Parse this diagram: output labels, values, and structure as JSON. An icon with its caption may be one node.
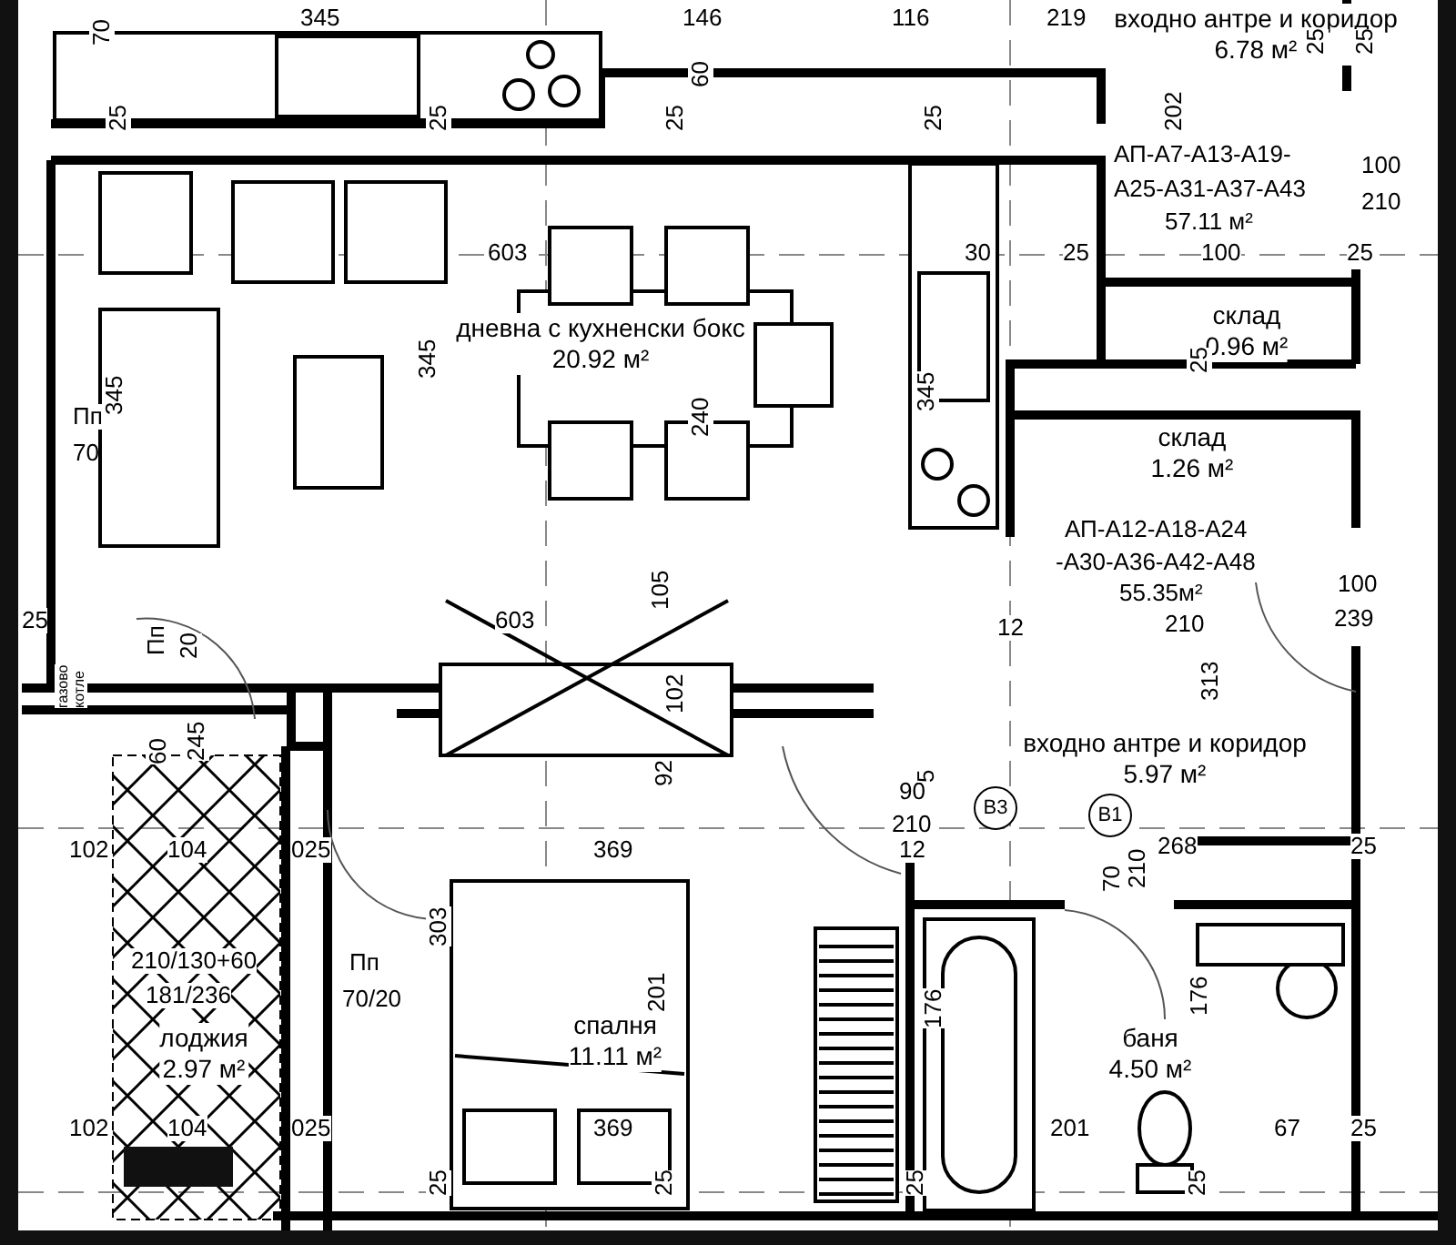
{
  "diagram": {
    "nodes": [
      {
        "text": [
          "входно антре и коридор",
          "6.78 м²"
        ]
      },
      {
        "text": [
          "дневна с кухненски бокс",
          "20.92 м²"
        ]
      },
      {
        "text": [
          "склад",
          "0.96 м²"
        ]
      },
      {
        "text": [
          "склад",
          "1.26 м²"
        ]
      },
      {
        "text": [
          "входно антре и коридор",
          "5.97 м²"
        ]
      },
      {
        "text": [
          "лоджия",
          "2.97 м²"
        ]
      },
      {
        "text": [
          "спалня",
          "11.11 м²"
        ]
      },
      {
        "text": [
          "баня",
          "4.50 м²"
        ]
      },
      {
        "text": [
          "В3"
        ]
      },
      {
        "text": [
          "В1"
        ]
      }
    ],
    "labels": [
      "345",
      "146",
      "116",
      "219",
      "70",
      "25",
      "25",
      "60",
      "202",
      "25",
      "25",
      "25",
      "25",
      "АП-А7-А13-А19-",
      "А25-А31-А37-А43",
      "57.11 м²",
      "100",
      "210",
      "603",
      "30",
      "25",
      "100",
      "25",
      "240",
      "345",
      "345",
      "25",
      "Пп",
      "345",
      "70",
      "АП-А12-А18-А24",
      "-А30-А36-А42-А48",
      "55.35м²",
      "100",
      "25",
      "603",
      "105",
      "12",
      "210",
      "239",
      "газово котле",
      "Пп",
      "20",
      "102",
      "313",
      "60",
      "245",
      "92",
      "90",
      "5",
      "210",
      "102",
      "104",
      "025",
      "369",
      "12",
      "268",
      "25",
      "70",
      "210",
      "210/130+60",
      "181/236",
      "Пп",
      "70/20",
      "303",
      "201",
      "176",
      "176",
      "102",
      "104",
      "025",
      "369",
      "201",
      "67",
      "25",
      "25",
      "25",
      "25",
      "25"
    ]
  }
}
